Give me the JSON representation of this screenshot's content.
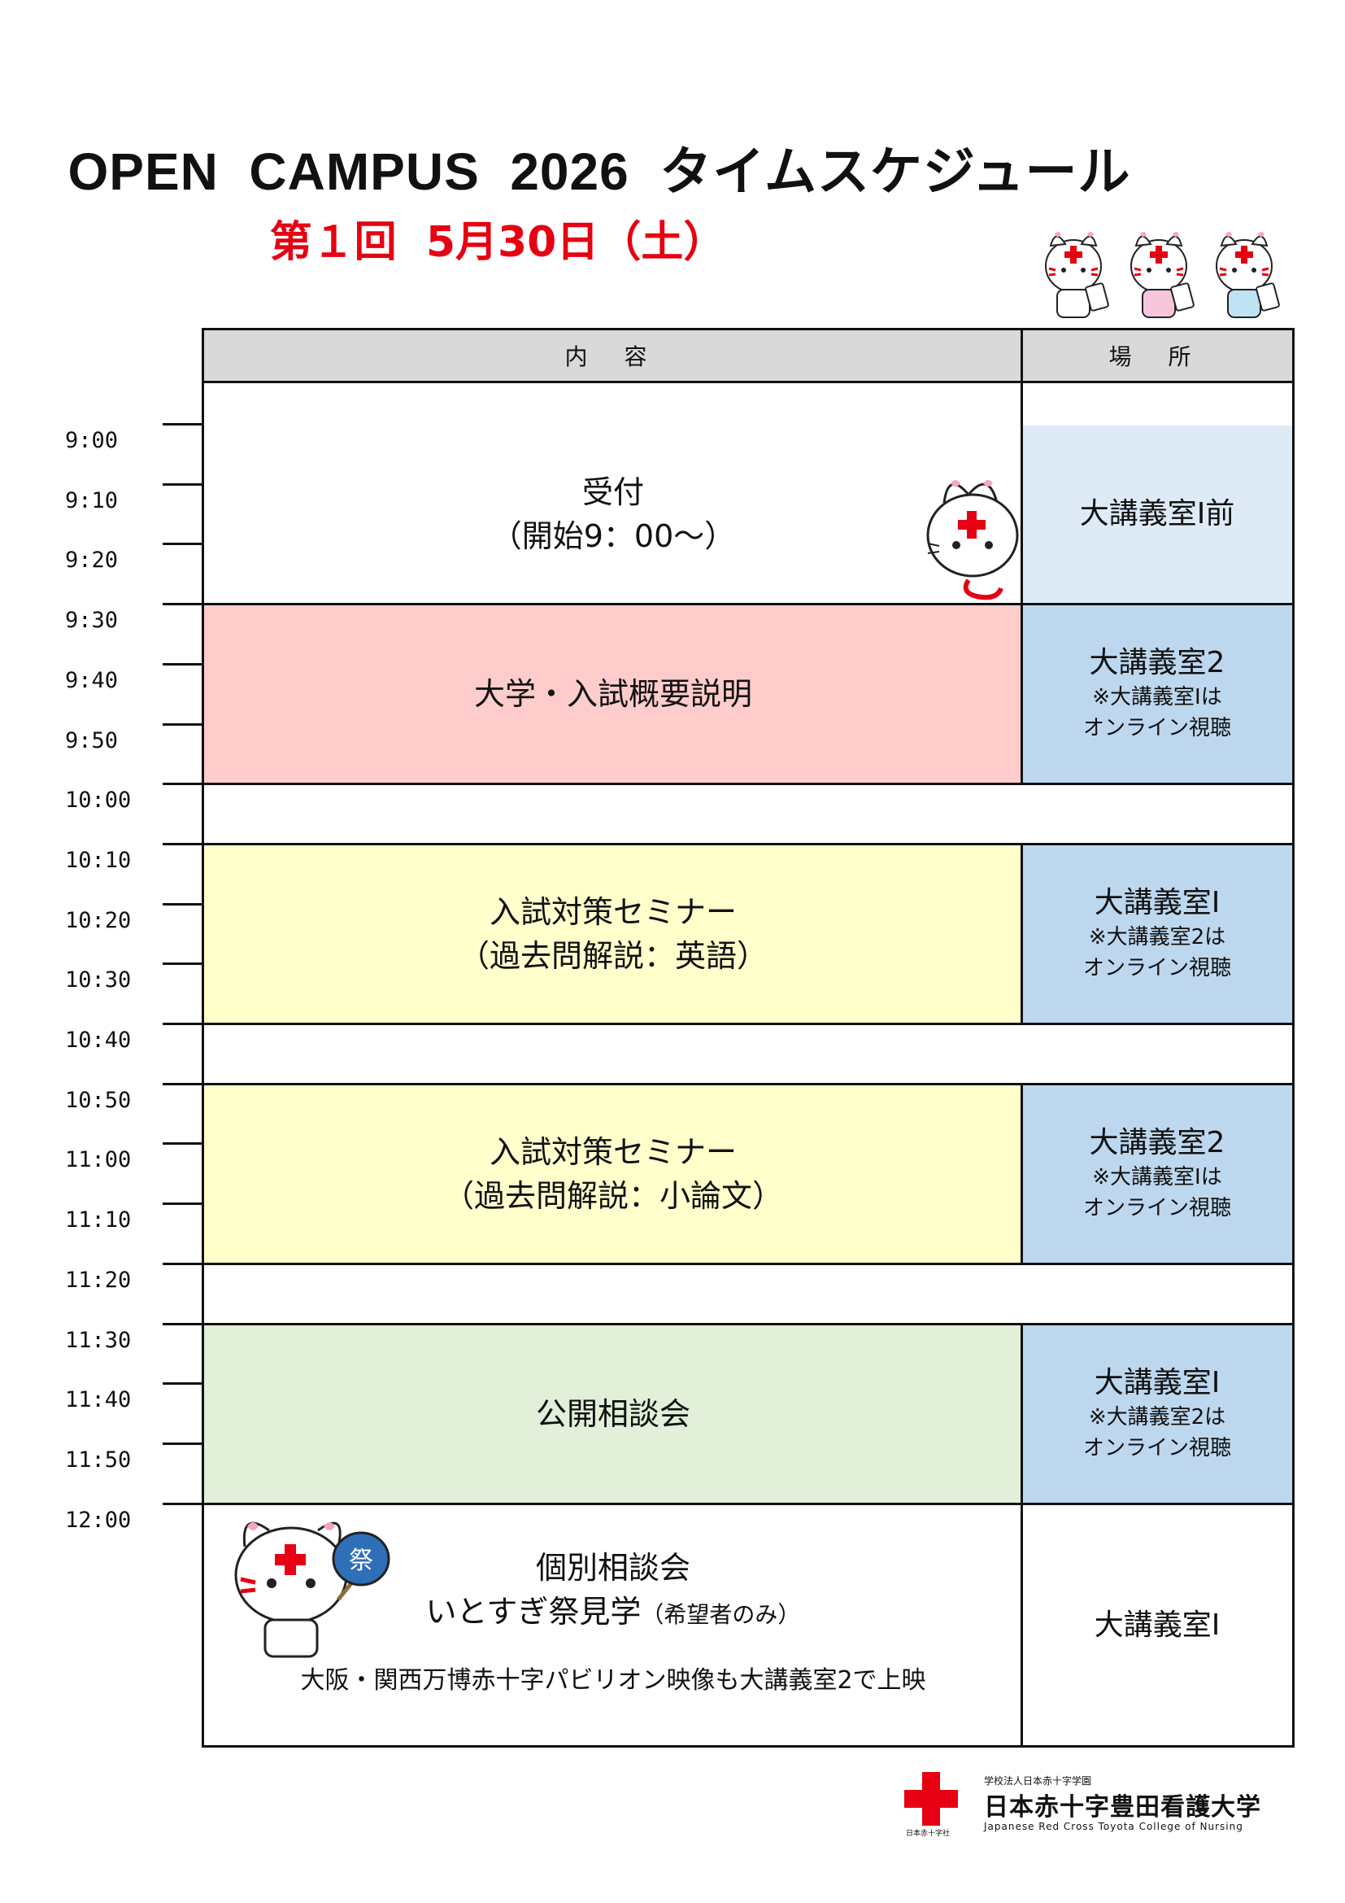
{
  "title": "OPEN  CAMPUS  2026  タイムスケジュール",
  "subtitle": "第１回  5月30日（土）",
  "header": {
    "content": "内 容",
    "place": "場 所"
  },
  "times": [
    "9:00",
    "9:10",
    "9:20",
    "9:30",
    "9:40",
    "9:50",
    "10:00",
    "10:10",
    "10:20",
    "10:30",
    "10:40",
    "10:50",
    "11:00",
    "11:10",
    "11:20",
    "11:30",
    "11:40",
    "11:50",
    "12:00"
  ],
  "events": [
    {
      "line1": "受付",
      "line2": "（開始9：00～）",
      "loc": "大講義室Ⅰ前",
      "loc_note1": "",
      "loc_note2": ""
    },
    {
      "line1": "大学・入試概要説明",
      "line2": "",
      "loc": "大講義室2",
      "loc_note1": "※大講義室Ⅰは",
      "loc_note2": "オンライン視聴"
    },
    {
      "line1": "入試対策セミナー",
      "line2": "（過去問解説：英語）",
      "loc": "大講義室Ⅰ",
      "loc_note1": "※大講義室2は",
      "loc_note2": "オンライン視聴"
    },
    {
      "line1": "入試対策セミナー",
      "line2": "（過去問解説：小論文）",
      "loc": "大講義室2",
      "loc_note1": "※大講義室Ⅰは",
      "loc_note2": "オンライン視聴"
    },
    {
      "line1": "公開相談会",
      "line2": "",
      "loc": "大講義室Ⅰ",
      "loc_note1": "※大講義室2は",
      "loc_note2": "オンライン視聴"
    },
    {
      "line1": "個別相談会",
      "line2": "いとすぎ祭見学",
      "line2_small": "（希望者のみ）",
      "line3": "大阪・関西万博赤十字パビリオン映像も大講義室2で上映",
      "loc": "大講義室Ⅰ"
    }
  ],
  "colors": {
    "header": "#d9d9d9",
    "reception_loc": "#deebf7",
    "loc_blue": "#bdd7ee",
    "pink": "#ffcccc",
    "yellow": "#ffffcc",
    "green": "#e2efd9",
    "red": "#e60012"
  },
  "fan_char": "祭",
  "logo": {
    "small": "学校法人日本赤十字学園",
    "name": "日本赤十字豊田看護大学",
    "english": "Japanese Red Cross Toyota College of Nursing",
    "cross_caption": "日本赤十字社"
  }
}
